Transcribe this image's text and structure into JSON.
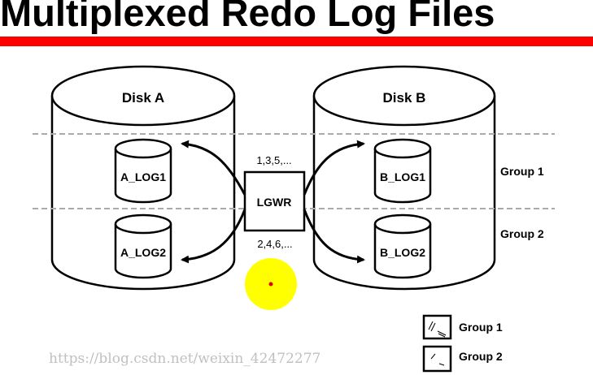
{
  "title": "Multiplexed Redo Log Files",
  "disks": [
    {
      "label": "Disk A",
      "logs": [
        "A_LOG1",
        "A_LOG2"
      ]
    },
    {
      "label": "Disk B",
      "logs": [
        "B_LOG1",
        "B_LOG2"
      ]
    }
  ],
  "writer": {
    "label": "LGWR",
    "seq_top": "1,3,5,...",
    "seq_bottom": "2,4,6,..."
  },
  "groups": [
    "Group 1",
    "Group 2"
  ],
  "legend": [
    "Group 1",
    "Group 2"
  ],
  "watermark": "https://blog.csdn.net/weixin_42472277",
  "colors": {
    "title_bar": "#ff0000",
    "cursor_highlight": "#ffff00"
  }
}
